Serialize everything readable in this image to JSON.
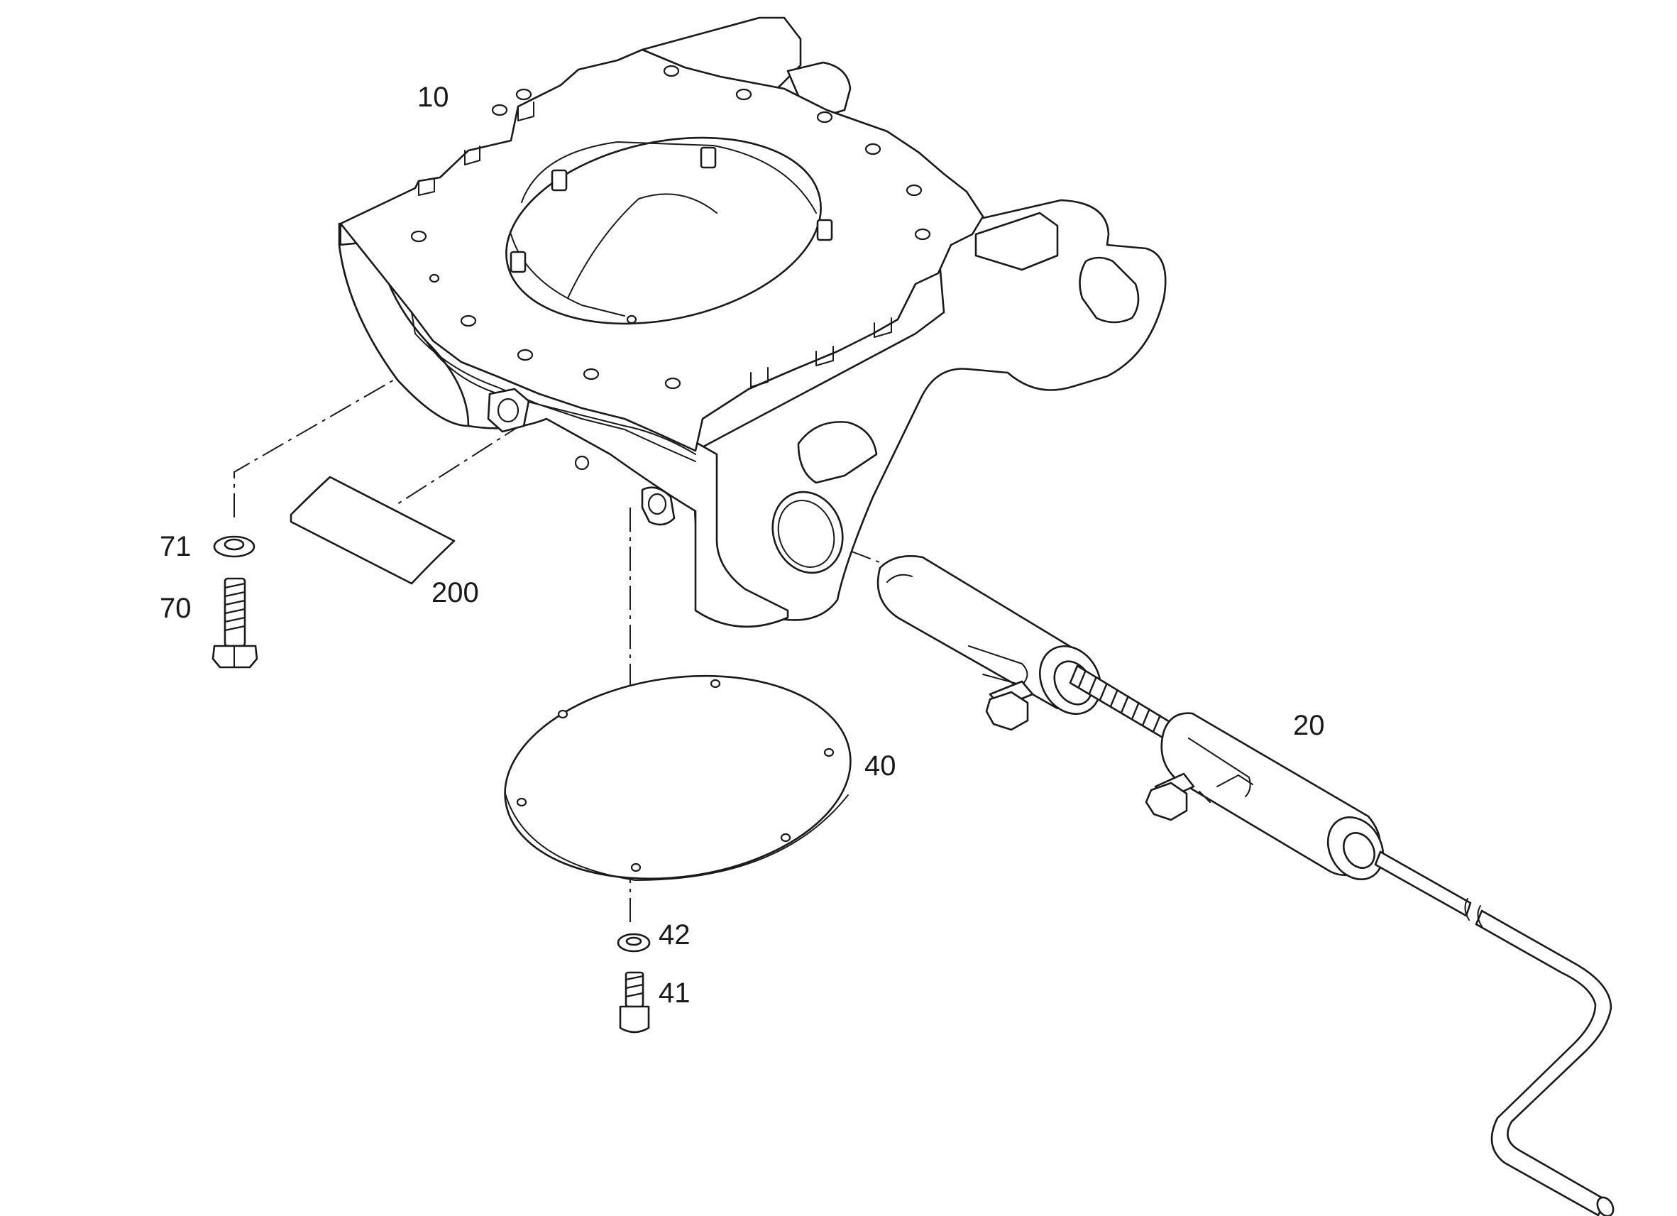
{
  "labels": {
    "base_plate": "10",
    "crank_assembly": "20",
    "cover_plate": "40",
    "cover_screw": "41",
    "cover_washer": "42",
    "mount_bolt": "70",
    "mount_washer": "71",
    "decal": "200"
  }
}
